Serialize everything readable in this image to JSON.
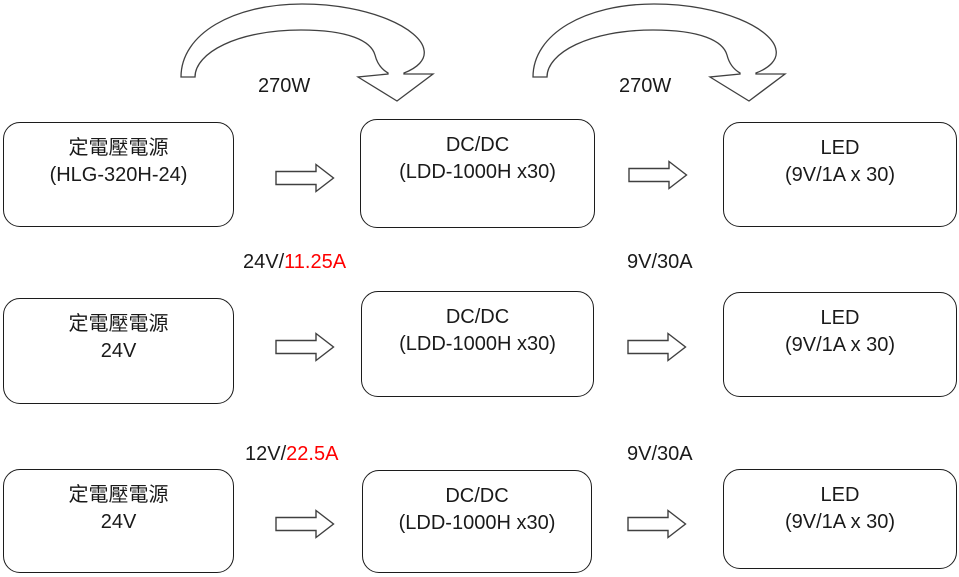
{
  "colors": {
    "background": "#ffffff",
    "box_border": "#1c1c1c",
    "text": "#1a1a1a",
    "arrow_outline": "#404040",
    "highlight_red": "#ff0000"
  },
  "arcs": [
    {
      "label": "270W"
    },
    {
      "label": "270W"
    }
  ],
  "rows": [
    {
      "source": {
        "line1": "定電壓電源",
        "line2": "(HLG-320H-24)"
      },
      "converter": {
        "line1": "DC/DC",
        "line2": "(LDD-1000H x30)"
      },
      "load": {
        "line1": "LED",
        "line2": "(9V/1A x 30)"
      }
    },
    {
      "in_label": {
        "black": "24V/",
        "red": "11.25A"
      },
      "out_label": "9V/30A",
      "source": {
        "line1": "定電壓電源",
        "line2": "24V"
      },
      "converter": {
        "line1": "DC/DC",
        "line2": "(LDD-1000H x30)"
      },
      "load": {
        "line1": "LED",
        "line2": "(9V/1A x 30)"
      }
    },
    {
      "in_label": {
        "black": "12V/",
        "red": "22.5A"
      },
      "out_label": "9V/30A",
      "source": {
        "line1": "定電壓電源",
        "line2": "24V"
      },
      "converter": {
        "line1": "DC/DC",
        "line2": "(LDD-1000H x30)"
      },
      "load": {
        "line1": "LED",
        "line2": "(9V/1A x 30)"
      }
    }
  ]
}
